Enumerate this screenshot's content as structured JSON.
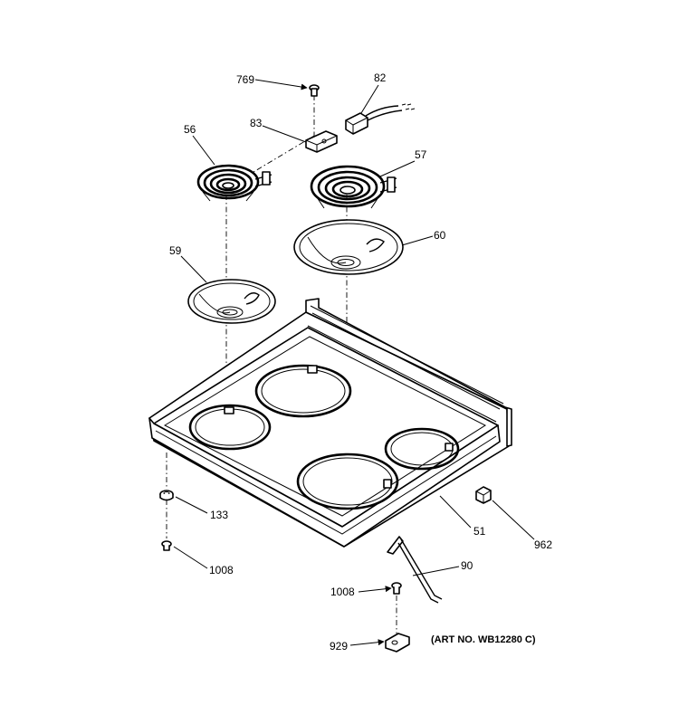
{
  "diagram": {
    "art_number": "(ART NO. WB12280 C)",
    "callouts": {
      "c769": "769",
      "c82": "82",
      "c83": "83",
      "c56": "56",
      "c57": "57",
      "c59": "59",
      "c60": "60",
      "c133": "133",
      "c1008a": "1008",
      "c51": "51",
      "c962": "962",
      "c90": "90",
      "c1008b": "1008",
      "c929": "929"
    }
  }
}
